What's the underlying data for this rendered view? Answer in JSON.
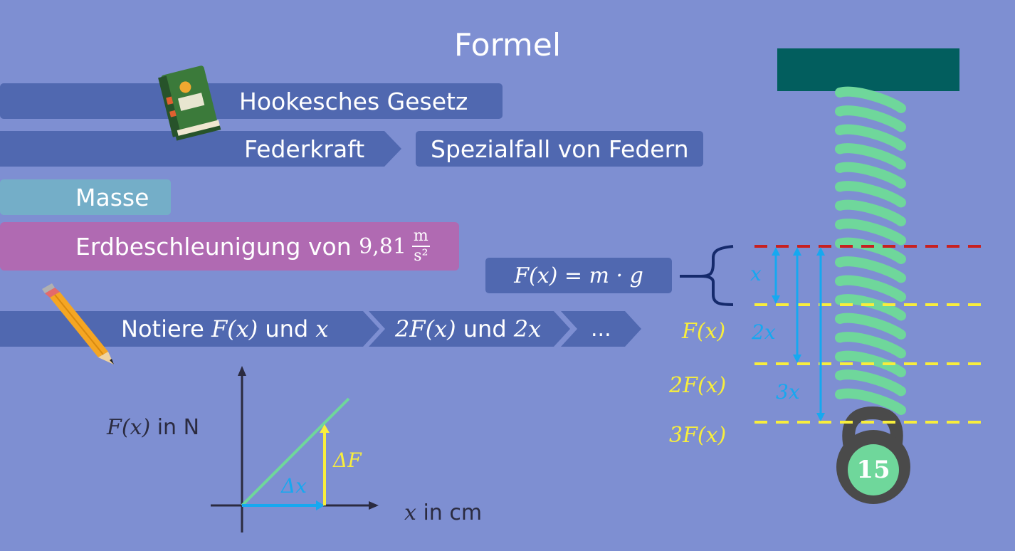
{
  "title": "Formel",
  "bands": {
    "hooke": "Hookesches Gesetz",
    "federkraft": "Federkraft",
    "spezialfall": "Spezialfall von Federn",
    "masse": "Masse",
    "erd_prefix": "Erdbeschleunigung von ",
    "erd_value": "9,81",
    "erd_unit_num": "m",
    "erd_unit_den": "s²"
  },
  "formula": "F(x) = m · g",
  "steps": {
    "step1_prefix": "Notiere ",
    "step1_fx": "F(x)",
    "step1_mid": " und ",
    "step1_x": "x",
    "step2_fx": "2F(x)",
    "step2_mid": " und ",
    "step2_x": "2x",
    "step3": "..."
  },
  "graph": {
    "ylabel_fx": "F(x)",
    "ylabel_unit": " in N",
    "xlabel_x": "x",
    "xlabel_unit": " in cm",
    "delta_f": "ΔF",
    "delta_x": "Δx"
  },
  "spring": {
    "force_labels": [
      "F(x)",
      "2F(x)",
      "3F(x)"
    ],
    "ext_labels": [
      "x",
      "2x",
      "3x"
    ],
    "weight_label": "15"
  },
  "colors": {
    "background": "#7e8fd2",
    "band_blue": "#5068b0",
    "masse_band": "#74aec8",
    "erd_band": "#b06ab2",
    "ceiling": "#025e5e",
    "coil": "#6fd79b",
    "force_yellow": "#f8ee3c",
    "extension_blue": "#16a8f0",
    "ref_red": "#c82020",
    "weight": "#4a4a4a"
  }
}
